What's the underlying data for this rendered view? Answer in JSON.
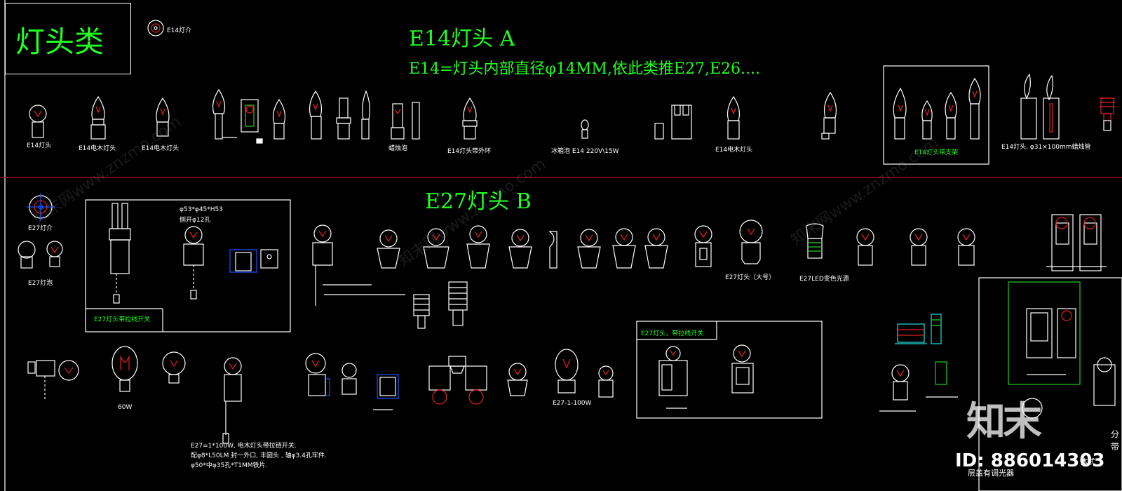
{
  "header": {
    "category_title": "灯头类",
    "section_a_title": "E14灯头  A",
    "section_a_subtitle": "E14=灯头内部直径φ14MM,依此类推E27,E26....",
    "section_b_title": "E27灯头 B"
  },
  "labels_a": {
    "e14_intro": "E14灯介",
    "e14_socket": "E14灯头",
    "e14_bakelite_1": "E14电木灯头",
    "e14_bakelite_2": "E14电木灯头",
    "candle_bulb": "蜡烛泡",
    "e14_outer_ring": "E14灯头带外环",
    "fridge_bulb": "冰箱泡 E14 220V\\15W",
    "e14_bakelite_3": "E14电木灯头",
    "e14_bracket": "E14灯头带支架",
    "e14_tube": "E14灯头, φ31×100mm蜡烛管"
  },
  "labels_b": {
    "e27_intro": "E27灯介",
    "e27_bulb": "E27灯泡",
    "e27_size": "φ53*φ45*H53",
    "e27_side_hole": "侧开φ12孔",
    "e27_pull_switch": "E27灯头带拉线开关",
    "e27_large": "E27灯头（大号）",
    "e27_led": "E27LED变色光源",
    "e27_switch_box": "E27灯头，带拉线开关",
    "e27_spec": "E27-1-100W",
    "e27_desc_line1": "E27=1*100W, 电木灯头带拉链开关.",
    "e27_desc_line2": "配φ8*L50LM 封一外口, 丰圆头 , 轴φ3.4孔牢件.",
    "e27_desc_line3": "φ50*中φ35孔*T1MM铁片.",
    "bulb_60w": "60W",
    "split_1": "分",
    "split_2": "带",
    "integrated": "体式",
    "bottom_partial": "层盖有调光器"
  },
  "watermark": {
    "text": "知末网www.znzmo.com",
    "logo": "知末",
    "id": "ID: 886014303"
  }
}
